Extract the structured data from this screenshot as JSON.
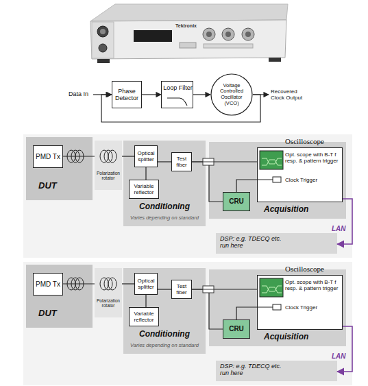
{
  "diagram": {
    "nodes": [
      {
        "text": [
          "Phase Detector"
        ]
      },
      {
        "text": [
          "Loop Filter"
        ]
      },
      {
        "text": [
          "Voltage Controlled Oscillator (VCO)"
        ]
      },
      {
        "text": [
          "DUT"
        ]
      },
      {
        "text": [
          "PMD Tx"
        ],
        "in": 3
      },
      {
        "text": [
          "Polarization rotator"
        ]
      },
      {
        "text": [
          "Conditioning",
          "Varies depending on standard"
        ]
      },
      {
        "text": [
          "Optical splitter"
        ],
        "in": 6
      },
      {
        "text": [
          "Variable reflector"
        ],
        "in": 6
      },
      {
        "text": [
          "Test fiber"
        ],
        "in": 6
      },
      {
        "text": [
          "Acquisition"
        ]
      },
      {
        "text": [
          "Oscilloscope",
          "Opt. scope with B-T f resp. & pattern trigger",
          "Clock Trigger"
        ],
        "in": 10
      },
      {
        "text": [
          "CRU"
        ],
        "in": 10
      },
      {
        "text": [
          "DSP: e.g. TDECQ etc. run here"
        ]
      },
      {
        "text": [
          "DUT"
        ]
      },
      {
        "text": [
          "PMD Tx"
        ],
        "in": 14
      },
      {
        "text": [
          "Polarization rotator"
        ]
      },
      {
        "text": [
          "Conditioning",
          "Varies depending on standard"
        ]
      },
      {
        "text": [
          "Optical splitter"
        ],
        "in": 17
      },
      {
        "text": [
          "Variable reflector"
        ],
        "in": 17
      },
      {
        "text": [
          "Test fiber"
        ],
        "in": 17
      },
      {
        "text": [
          "Acquisition"
        ]
      },
      {
        "text": [
          "Oscilloscope",
          "Opt. scope with B-T f resp. & pattern trigger",
          "Clock Trigger"
        ],
        "in": 21
      },
      {
        "text": [
          "CRU"
        ],
        "in": 21
      },
      {
        "text": [
          "DSP: e.g. TDECQ etc. run here"
        ]
      }
    ],
    "edges": [
      {
        "from": 0,
        "to": 1,
        "arrow": "to"
      },
      {
        "from": 1,
        "to": 2,
        "arrow": "to"
      },
      {
        "from": 2,
        "to": 0,
        "arrow": "to"
      },
      {
        "from": 4,
        "to": 5,
        "arrow": "none"
      },
      {
        "from": 5,
        "to": 7,
        "arrow": "none"
      },
      {
        "from": 7,
        "to": 8,
        "arrow": "none"
      },
      {
        "from": 7,
        "to": 9,
        "arrow": "none"
      },
      {
        "from": 9,
        "to": 11,
        "arrow": "none"
      },
      {
        "from": 9,
        "to": 12,
        "arrow": "none"
      },
      {
        "from": 12,
        "to": 11,
        "arrow": "none"
      },
      {
        "from": 11,
        "to": 13,
        "label": "LAN",
        "arrow": "to"
      },
      {
        "from": 15,
        "to": 16,
        "arrow": "none"
      },
      {
        "from": 16,
        "to": 18,
        "arrow": "none"
      },
      {
        "from": 18,
        "to": 19,
        "arrow": "none"
      },
      {
        "from": 18,
        "to": 20,
        "arrow": "none"
      },
      {
        "from": 20,
        "to": 22,
        "arrow": "none"
      },
      {
        "from": 20,
        "to": 23,
        "arrow": "none"
      },
      {
        "from": 23,
        "to": 22,
        "arrow": "none"
      },
      {
        "from": 22,
        "to": 24,
        "label": "LAN",
        "arrow": "to"
      }
    ],
    "labels": [
      "Tektronix",
      "Data In",
      "Recovered Clock Output"
    ]
  }
}
